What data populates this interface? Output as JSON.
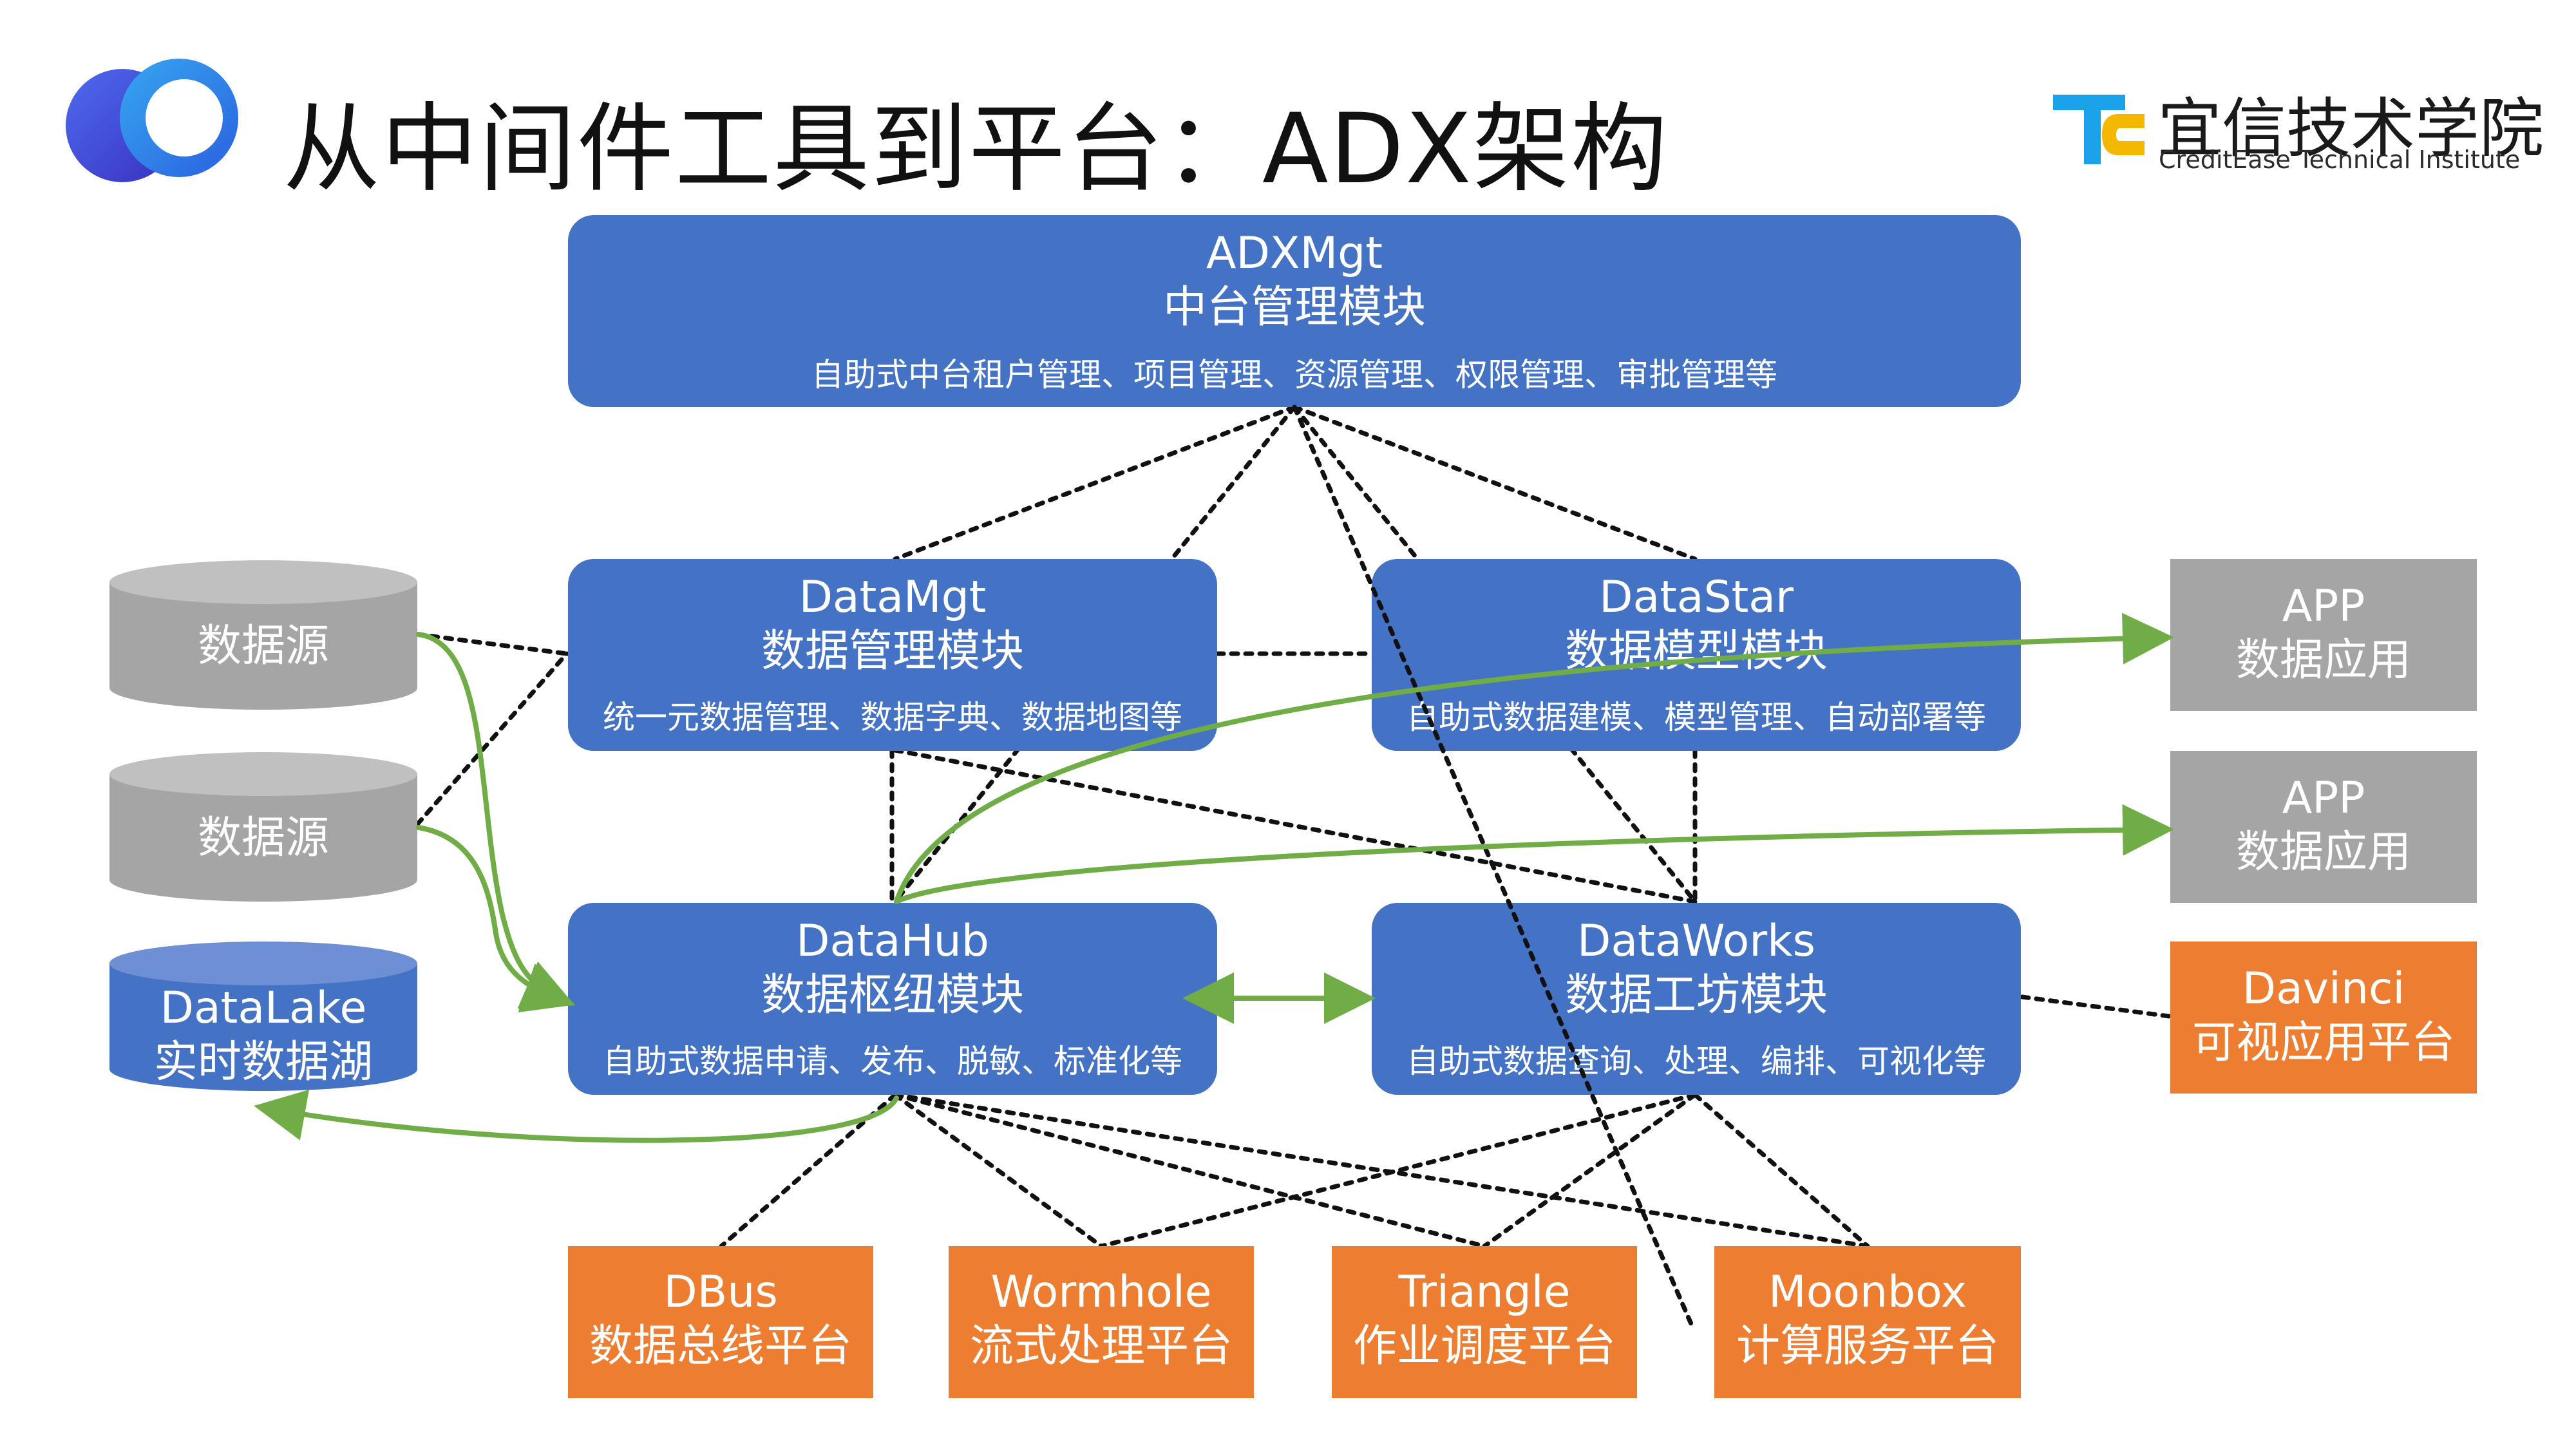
{
  "title": "从中间件工具到平台：ADX架构",
  "org": {
    "name": "宜信技术学院",
    "subtitle": "CreditEase Technical Institute"
  },
  "colors": {
    "blue": "#4472c4",
    "orange": "#ed7d31",
    "gray": "#a5a5a5",
    "green_arrow": "#70ad47",
    "dotted": "#111111"
  },
  "modules": {
    "adxmgt": {
      "name": "ADXMgt",
      "label": "中台管理模块",
      "desc": "自助式中台租户管理、项目管理、资源管理、权限管理、审批管理等"
    },
    "datamgt": {
      "name": "DataMgt",
      "label": "数据管理模块",
      "desc": "统一元数据管理、数据字典、数据地图等"
    },
    "datastar": {
      "name": "DataStar",
      "label": "数据模型模块",
      "desc": "自助式数据建模、模型管理、自动部署等"
    },
    "datahub": {
      "name": "DataHub",
      "label": "数据枢纽模块",
      "desc": "自助式数据申请、发布、脱敏、标准化等"
    },
    "dataworks": {
      "name": "DataWorks",
      "label": "数据工坊模块",
      "desc": "自助式数据查询、处理、编排、可视化等"
    }
  },
  "sources": {
    "source1": "数据源",
    "source2": "数据源",
    "datalake": {
      "name": "DataLake",
      "label": "实时数据湖"
    }
  },
  "apps": {
    "app1": {
      "name": "APP",
      "label": "数据应用"
    },
    "app2": {
      "name": "APP",
      "label": "数据应用"
    },
    "davinci": {
      "name": "Davinci",
      "label": "可视应用平台"
    }
  },
  "platforms": {
    "dbus": {
      "name": "DBus",
      "label": "数据总线平台"
    },
    "wormhole": {
      "name": "Wormhole",
      "label": "流式处理平台"
    },
    "triangle": {
      "name": "Triangle",
      "label": "作业调度平台"
    },
    "moonbox": {
      "name": "Moonbox",
      "label": "计算服务平台"
    }
  }
}
